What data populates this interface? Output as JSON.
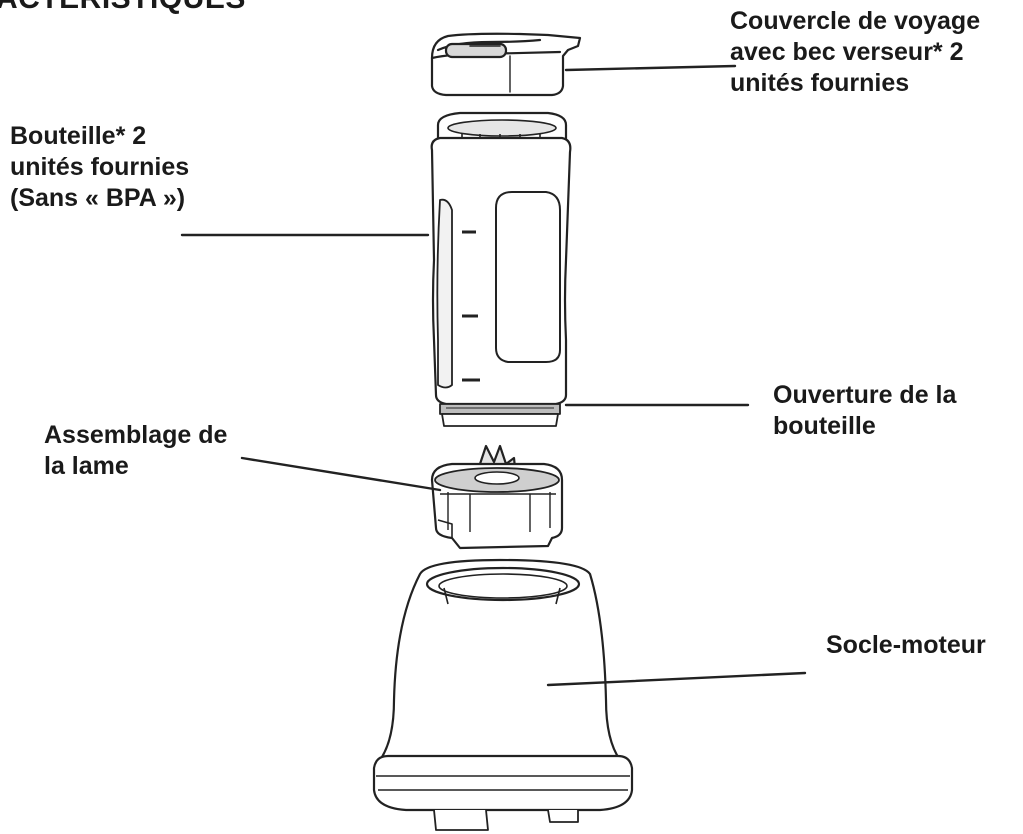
{
  "page_title": "ACTERISTIQUES",
  "labels": {
    "lid": [
      "Couvercle de voyage",
      "avec bec verseur* 2",
      "unités fournies"
    ],
    "bottle": [
      "Bouteille* 2",
      "unités fournies",
      "(Sans « BPA »)"
    ],
    "opening": [
      "Ouverture de la",
      "bouteille"
    ],
    "blade": [
      "Assemblage de",
      "la lame"
    ],
    "base": [
      "Socle-moteur"
    ]
  },
  "colors": {
    "ink": "#1a1a1a",
    "background": "#ffffff"
  }
}
